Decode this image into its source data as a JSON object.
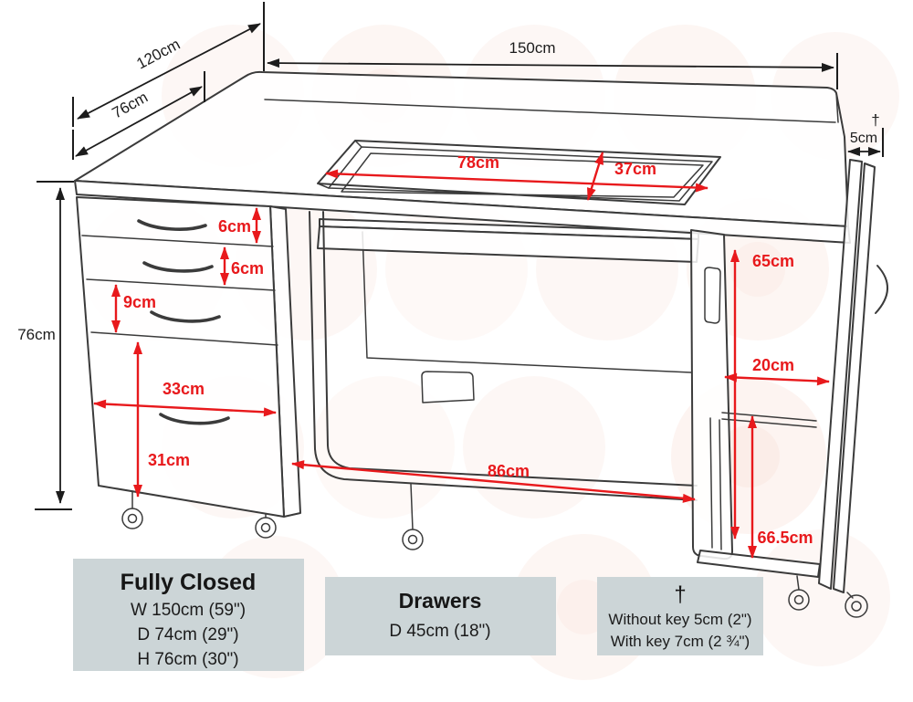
{
  "diagram": {
    "dims": {
      "top_width": "150cm",
      "depth_full": "120cm",
      "depth_top": "76cm",
      "leaf_gap": "5cm",
      "dagger": "†",
      "height_left": "76cm",
      "opening_width": "78cm",
      "opening_depth": "37cm",
      "drawer1_height": "6cm",
      "drawer2_height": "6cm",
      "drawer3_height": "9cm",
      "drawer_width": "33cm",
      "drawer4_height": "31cm",
      "knee_width": "86cm",
      "right_height": "65cm",
      "right_width": "20cm",
      "right_lower_height": "66.5cm"
    },
    "colors": {
      "dimension_red": "#e8191c",
      "line_dark": "#3b3b3b",
      "box_background": "#ccd5d7",
      "watermark_pink": "#f0b49b"
    }
  },
  "info_boxes": {
    "fully_closed": {
      "title": "Fully Closed",
      "line_w": "W 150cm (59\")",
      "line_d": "D 74cm (29\")",
      "line_h": "H 76cm (30\")"
    },
    "drawers": {
      "title": "Drawers",
      "line_d": "D 45cm (18\")"
    },
    "key_note": {
      "symbol": "†",
      "line1": "Without key 5cm (2\")",
      "line2": "With key 7cm (2 ¾\")"
    }
  }
}
